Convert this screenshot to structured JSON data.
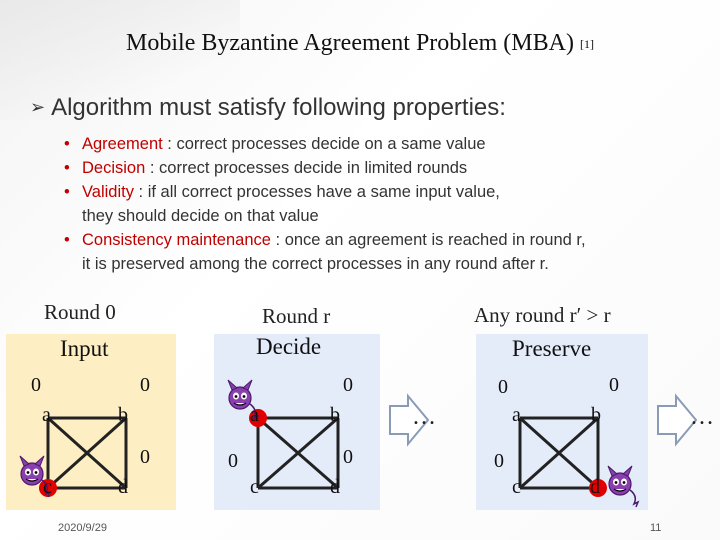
{
  "slide": {
    "title": "Mobile Byzantine Agreement Problem (MBA)",
    "ref": "[1]",
    "heading": "Algorithm must satisfy following properties:",
    "properties": [
      {
        "term": "Agreement",
        "text": " : correct processes decide on a same value",
        "cont": ""
      },
      {
        "term": "Decision",
        "text": " : correct processes decide in limited rounds",
        "cont": ""
      },
      {
        "term": "Validity",
        "text": " : if all correct processes have a same input value,",
        "cont": "they should decide on that value"
      },
      {
        "term": "Consistency maintenance",
        "text": " : once an agreement is reached in round r,",
        "cont": "it is preserved among the correct processes in any round after r."
      }
    ],
    "rounds": {
      "r0": "Round 0",
      "r": "Round r",
      "any": "Any round r′ > r"
    },
    "panels": {
      "input": "Input",
      "decide": "Decide",
      "preserve": "Preserve"
    },
    "diagram1": {
      "a": "a",
      "b": "b",
      "c": "c",
      "d": "d",
      "va": "0",
      "vb": "0",
      "vd": "0"
    },
    "diagram2": {
      "a": "a",
      "b": "b",
      "c": "c",
      "d": "d",
      "vb": "0",
      "vc": "0",
      "vd": "0"
    },
    "diagram3": {
      "a": "a",
      "b": "b",
      "c": "c",
      "d": "d",
      "va": "0",
      "vb": "0",
      "vc": "0"
    },
    "ellipsis": "…",
    "footer": {
      "date": "2020/9/29",
      "page": "11"
    },
    "colors": {
      "accent": "#c00000",
      "panel_blue": "#e4ecfa",
      "panel_yellow": "#fdeec3",
      "faulty_node": "#e00000",
      "devil": "#8a3fae"
    }
  }
}
